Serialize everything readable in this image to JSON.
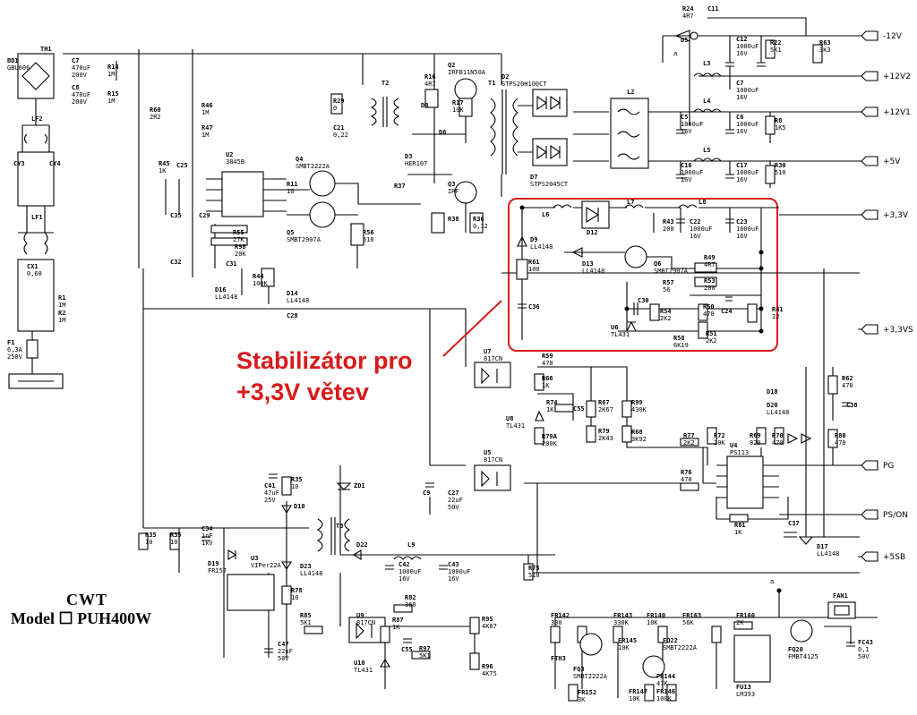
{
  "title": {
    "brand": "CWT",
    "model_prefix": "Model",
    "model_mark": "☐",
    "model": "PUH400W"
  },
  "annotation": {
    "line1": "Stabilizátor pro",
    "line2": "+3,3V větev",
    "color": "#d81a1a"
  },
  "outputs": [
    {
      "label": "-12V"
    },
    {
      "label": "+12V2"
    },
    {
      "label": "+12V1"
    },
    {
      "label": "+5V"
    },
    {
      "label": "+3,3V"
    },
    {
      "label": "+3,3VS"
    },
    {
      "label": "PG"
    },
    {
      "label": "PS/ON"
    },
    {
      "label": "+5SB"
    }
  ],
  "components": [
    {
      "ref": "BD1",
      "value": "GBU606"
    },
    {
      "ref": "TH1"
    },
    {
      "ref": "C7",
      "value": "470uF 200V"
    },
    {
      "ref": "C8",
      "value": "470uF 200V"
    },
    {
      "ref": "R14",
      "value": "1M"
    },
    {
      "ref": "R15",
      "value": "1M"
    },
    {
      "ref": "LF2"
    },
    {
      "ref": "CY3"
    },
    {
      "ref": "CY4"
    },
    {
      "ref": "LF1"
    },
    {
      "ref": "CX1",
      "value": "0,68"
    },
    {
      "ref": "R1",
      "value": "1M"
    },
    {
      "ref": "R2",
      "value": "1M"
    },
    {
      "ref": "F1",
      "value": "6,3A 250V"
    },
    {
      "ref": "R60",
      "value": "2R2"
    },
    {
      "ref": "R46",
      "value": "1M"
    },
    {
      "ref": "R47",
      "value": "1M"
    },
    {
      "ref": "R45",
      "value": "1K"
    },
    {
      "ref": "C25"
    },
    {
      "ref": "C35"
    },
    {
      "ref": "C29"
    },
    {
      "ref": "C32"
    },
    {
      "ref": "C31"
    },
    {
      "ref": "U2",
      "value": "3845B"
    },
    {
      "ref": "R55",
      "value": "27K"
    },
    {
      "ref": "R98",
      "value": "20K"
    },
    {
      "ref": "R44",
      "value": "100K"
    },
    {
      "ref": "D16",
      "value": "LL4148"
    },
    {
      "ref": "D14",
      "value": "LL4148"
    },
    {
      "ref": "C28"
    },
    {
      "ref": "Q4",
      "value": "SMBT2222A"
    },
    {
      "ref": "Q5",
      "value": "SMBT2907A"
    },
    {
      "ref": "R11",
      "value": "10"
    },
    {
      "ref": "R37"
    },
    {
      "ref": "R56",
      "value": "510"
    },
    {
      "ref": "R29",
      "value": "0"
    },
    {
      "ref": "C21",
      "value": "0,22"
    },
    {
      "ref": "T2"
    },
    {
      "ref": "R16",
      "value": "4R7"
    },
    {
      "ref": "Q2",
      "value": "IRFB11N50A"
    },
    {
      "ref": "D8"
    },
    {
      "ref": "R17",
      "value": "10K"
    },
    {
      "ref": "D6"
    },
    {
      "ref": "D3",
      "value": "HER107"
    },
    {
      "ref": "Q3",
      "value": "IRF"
    },
    {
      "ref": "R38"
    },
    {
      "ref": "R36",
      "value": "0,12"
    },
    {
      "ref": "T1"
    },
    {
      "ref": "D2",
      "value": "STPS20H100CT"
    },
    {
      "ref": "D7",
      "value": "STPS2045CT"
    },
    {
      "ref": "R24",
      "value": "4R7"
    },
    {
      "ref": "C11"
    },
    {
      "ref": "D5"
    },
    {
      "ref": "C12",
      "value": "1000uF 16V"
    },
    {
      "ref": "R22",
      "value": "5K1"
    },
    {
      "ref": "R63",
      "value": "3K3"
    },
    {
      "ref": "L3"
    },
    {
      "ref": "C7",
      "value": "1000uF 16V"
    },
    {
      "ref": "L2"
    },
    {
      "ref": "L4"
    },
    {
      "ref": "C5",
      "value": "1000uF 16V"
    },
    {
      "ref": "C6",
      "value": "1000uF 16V"
    },
    {
      "ref": "R8",
      "value": "1K5"
    },
    {
      "ref": "L5"
    },
    {
      "ref": "C16",
      "value": "1000uF 16V"
    },
    {
      "ref": "C17",
      "value": "1000uF 16V"
    },
    {
      "ref": "R30",
      "value": "510"
    },
    {
      "ref": "L6"
    },
    {
      "ref": "D12"
    },
    {
      "ref": "L7"
    },
    {
      "ref": "L8"
    },
    {
      "ref": "R43",
      "value": "200"
    },
    {
      "ref": "C22",
      "value": "1000uF 16V"
    },
    {
      "ref": "C23",
      "value": "1000uF 16V"
    },
    {
      "ref": "D9",
      "value": "LL4148"
    },
    {
      "ref": "D13",
      "value": "LL4148"
    },
    {
      "ref": "Q6",
      "value": "SMBT2907A"
    },
    {
      "ref": "R49",
      "value": "4R7"
    },
    {
      "ref": "R61",
      "value": "100"
    },
    {
      "ref": "R57",
      "value": "56"
    },
    {
      "ref": "R53",
      "value": "200"
    },
    {
      "ref": "C36"
    },
    {
      "ref": "C30"
    },
    {
      "ref": "R54",
      "value": "2K2"
    },
    {
      "ref": "R50",
      "value": "470"
    },
    {
      "ref": "C24"
    },
    {
      "ref": "R41",
      "value": "22"
    },
    {
      "ref": "U6",
      "value": "TL431"
    },
    {
      "ref": "R58",
      "value": "6K19"
    },
    {
      "ref": "R51",
      "value": "2K2"
    },
    {
      "ref": "U7",
      "value": "817CN"
    },
    {
      "ref": "R59",
      "value": "470"
    },
    {
      "ref": "R66",
      "value": "1K"
    },
    {
      "ref": "R74",
      "value": "1K"
    },
    {
      "ref": "C55"
    },
    {
      "ref": "R67",
      "value": "2K67"
    },
    {
      "ref": "R99",
      "value": "430K"
    },
    {
      "ref": "U8",
      "value": "TL431"
    },
    {
      "ref": "R79A",
      "value": "200K"
    },
    {
      "ref": "R79",
      "value": "2K43"
    },
    {
      "ref": "R68",
      "value": "3K92"
    },
    {
      "ref": "R62",
      "value": "470"
    },
    {
      "ref": "C38"
    },
    {
      "ref": "D18"
    },
    {
      "ref": "D20",
      "value": "LL4148"
    },
    {
      "ref": "R77",
      "value": "2K2"
    },
    {
      "ref": "R72",
      "value": "20K"
    },
    {
      "ref": "R69",
      "value": "820"
    },
    {
      "ref": "R70",
      "value": "470"
    },
    {
      "ref": "R80",
      "value": "470"
    },
    {
      "ref": "U4",
      "value": "PS113"
    },
    {
      "ref": "U5",
      "value": "817CN"
    },
    {
      "ref": "R76",
      "value": "470"
    },
    {
      "ref": "R81",
      "value": "1K"
    },
    {
      "ref": "C37"
    },
    {
      "ref": "D17",
      "value": "LL4148"
    },
    {
      "ref": "C41",
      "value": "47uF 25V"
    },
    {
      "ref": "R35",
      "value": "10"
    },
    {
      "ref": "D10"
    },
    {
      "ref": "ZD1"
    },
    {
      "ref": "C9"
    },
    {
      "ref": "C27",
      "value": "22uF 50V"
    },
    {
      "ref": "T3"
    },
    {
      "ref": "R35",
      "value": "10"
    },
    {
      "ref": "R35",
      "value": "10"
    },
    {
      "ref": "C34",
      "value": "1nF 1kV"
    },
    {
      "ref": "D19",
      "value": "FR157"
    },
    {
      "ref": "U3",
      "value": "VIPer22A"
    },
    {
      "ref": "D23",
      "value": "LL4148"
    },
    {
      "ref": "R78",
      "value": "10"
    },
    {
      "ref": "D22"
    },
    {
      "ref": "L9"
    },
    {
      "ref": "C42",
      "value": "1000uF 16V"
    },
    {
      "ref": "C43",
      "value": "1000uF 16V"
    },
    {
      "ref": "R75",
      "value": "510"
    },
    {
      "ref": "R82",
      "value": "360"
    },
    {
      "ref": "R85",
      "value": "5K1"
    },
    {
      "ref": "U9",
      "value": "817CN"
    },
    {
      "ref": "R87",
      "value": "1K"
    },
    {
      "ref": "C55"
    },
    {
      "ref": "R97",
      "value": "5K1"
    },
    {
      "ref": "U10",
      "value": "TL431"
    },
    {
      "ref": "R95",
      "value": "4K87"
    },
    {
      "ref": "R96",
      "value": "4K75"
    },
    {
      "ref": "C47",
      "value": "22uF 50V"
    },
    {
      "ref": "FR142",
      "value": "330"
    },
    {
      "ref": "FTH3"
    },
    {
      "ref": "FQ3",
      "value": "SMBT2222A"
    },
    {
      "ref": "FR152",
      "value": "3K"
    },
    {
      "ref": "FR143",
      "value": "330K"
    },
    {
      "ref": "FR145",
      "value": "10K"
    },
    {
      "ref": "FR140",
      "value": "10K"
    },
    {
      "ref": "FQ22",
      "value": "SMBT2222A"
    },
    {
      "ref": "FR147",
      "value": "10K"
    },
    {
      "ref": "FR144",
      "value": "47K"
    },
    {
      "ref": "FR146",
      "value": "100K"
    },
    {
      "ref": "FR163",
      "value": "56K"
    },
    {
      "ref": "FR160",
      "value": "2K"
    },
    {
      "ref": "FU13",
      "value": "LM393"
    },
    {
      "ref": "FQ20",
      "value": "FMBT4125"
    },
    {
      "ref": "FAN1"
    },
    {
      "ref": "FC43",
      "value": "0,1 50V"
    }
  ],
  "node_labels": {
    "a": "a"
  }
}
